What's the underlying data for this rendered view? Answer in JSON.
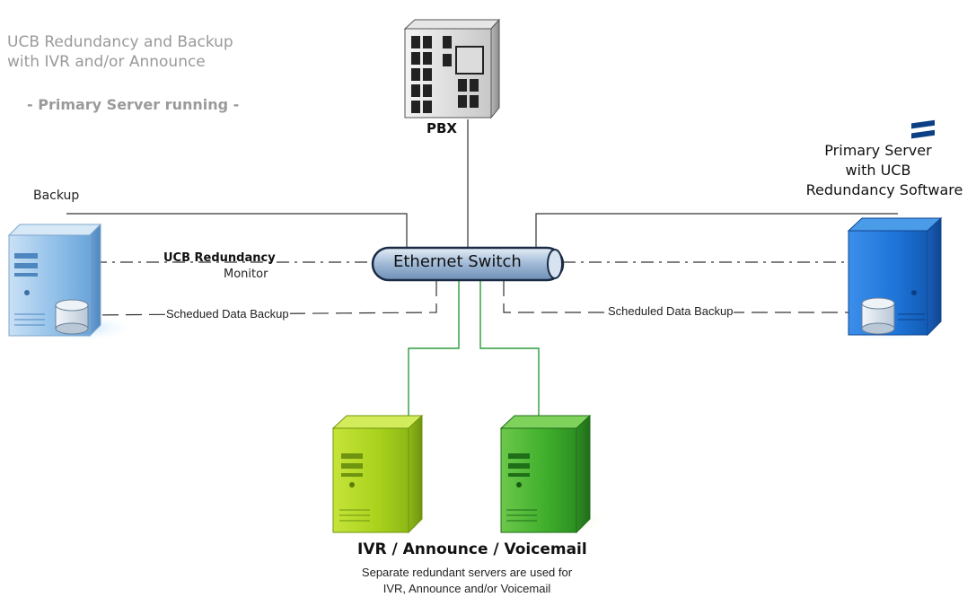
{
  "title": {
    "line1": "UCB Redundancy and Backup",
    "line2": "with IVR and/or Announce",
    "status": "- Primary Server running -"
  },
  "nodes": {
    "pbx": "PBX",
    "backup": "Backup",
    "primary": {
      "line1": "Primary Server",
      "line2": "with UCB",
      "line3": "Redundancy Software"
    },
    "switch": "Ethernet Switch",
    "ivr": {
      "title": "IVR / Announce / Voicemail",
      "desc1": "Separate redundant servers are used for",
      "desc2": "IVR, Announce and/or Voicemail"
    }
  },
  "links": {
    "monitor1": "UCB Redundancy",
    "monitor2": "Monitor",
    "backup_left": "Schedued Data Backup",
    "backup_right": "Scheduled Data Backup"
  },
  "colors": {
    "title_gray": "#9a9a9a",
    "backup_server": "#8fbfe8",
    "primary_server": "#1e74d8",
    "ivr_server_1": "#a9d21c",
    "ivr_server_2": "#3fae2c",
    "green_link": "#2e9a3a",
    "switch": "#9fb9d6"
  }
}
